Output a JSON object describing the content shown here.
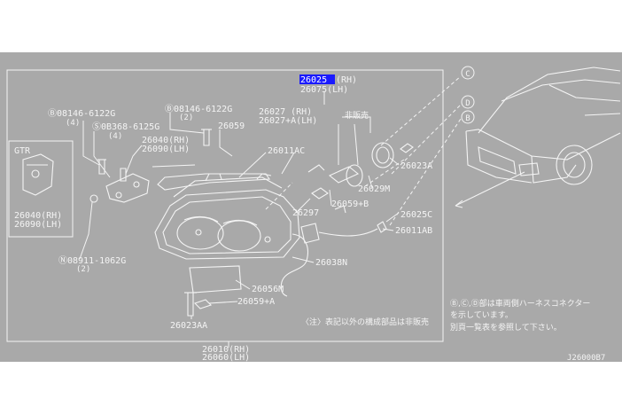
{
  "diagram": {
    "highlight_number": "26025",
    "labels": {
      "p26025_suffix": "(RH)",
      "p26075": "26075(LH)",
      "b08146_a": "Ⓑ08146-6122G",
      "b08146_a_qty": "(4)",
      "s08368": "Ⓢ0B368-6125G",
      "s08368_qty": "(4)",
      "b08146_b": "Ⓑ08146-6122G",
      "b08146_b_qty": "(2)",
      "p26059": "26059",
      "p26027_rh": "26027  (RH)",
      "p26027a_lh": "26027+A(LH)",
      "not_sold": "非販売",
      "p26040_rh": "26040(RH)",
      "p26090_lh": "26090(LH)",
      "p26011ac": "26011AC",
      "gtr": "GTR",
      "gtr_26040": "26040(RH)",
      "gtr_26090": "26090(LH)",
      "p26023a": "26023A",
      "p26029m": "26029M",
      "p26297": "26297",
      "p26059b": "26059+B",
      "p26025c": "26025C",
      "p26011ab": "26011AB",
      "n08911": "Ⓝ08911-1062G",
      "n08911_qty": "(2)",
      "p26038n": "26038N",
      "p26056m": "26056M",
      "p26059a": "26059+A",
      "p26023aa": "26023AA",
      "note_main": "〈注〉表記以外の構成部品は非販売",
      "p26010": "26010(RH)",
      "p26060": "26060(LH)",
      "callout_c": "C",
      "callout_d": "D",
      "callout_b": "B",
      "note_bcd_1": "Ⓑ,Ⓒ,Ⓓ部は車両側ハーネスコネクター",
      "note_bcd_2": "を示しています。",
      "note_bcd_3": "別頁一覧表を参照して下さい。",
      "diagram_code": "J26000B7"
    },
    "colors": {
      "background": "#a9a9a9",
      "line": "#f4f4f4",
      "highlight_bg": "#1a1aff",
      "highlight_text": "#ffffff"
    }
  }
}
